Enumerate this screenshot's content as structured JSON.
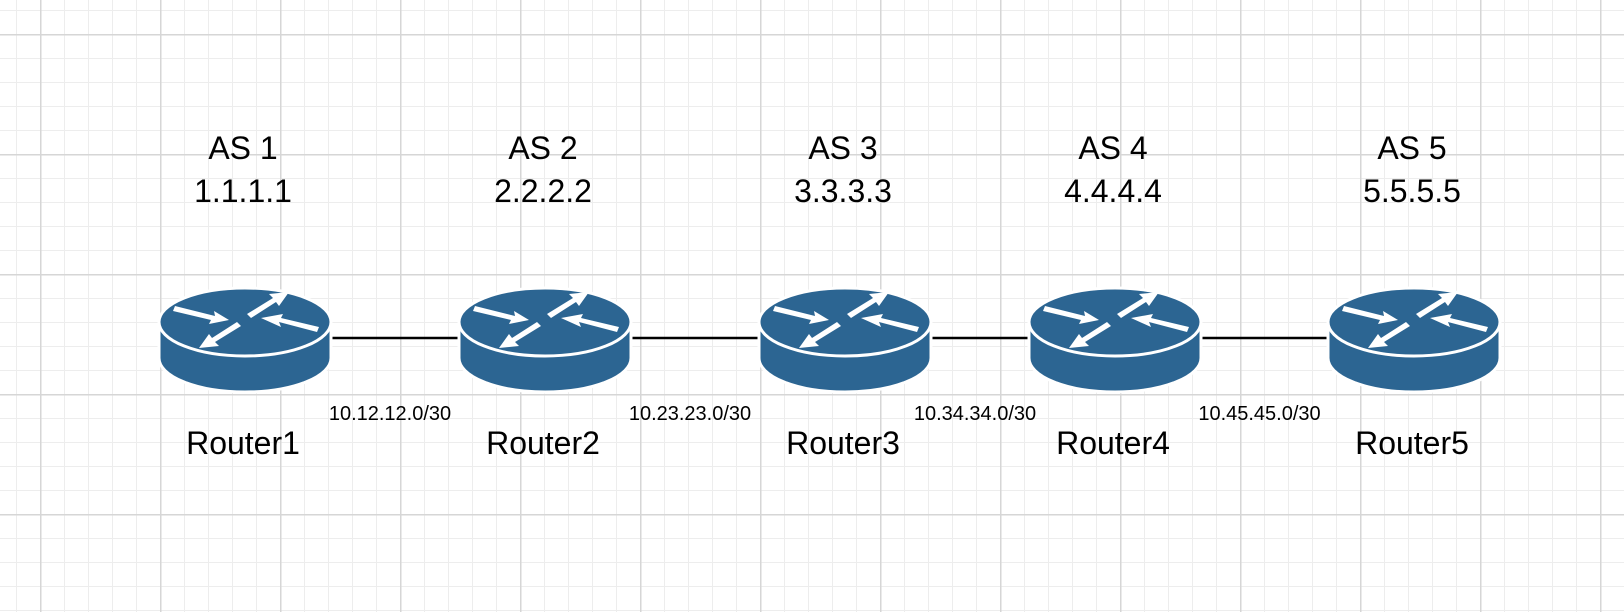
{
  "routers": [
    {
      "as": "AS 1",
      "ip": "1.1.1.1",
      "name": "Router1"
    },
    {
      "as": "AS 2",
      "ip": "2.2.2.2",
      "name": "Router2"
    },
    {
      "as": "AS 3",
      "ip": "3.3.3.3",
      "name": "Router3"
    },
    {
      "as": "AS 4",
      "ip": "4.4.4.4",
      "name": "Router4"
    },
    {
      "as": "AS 5",
      "ip": "5.5.5.5",
      "name": "Router5"
    }
  ],
  "links": [
    {
      "subnet": "10.12.12.0/30"
    },
    {
      "subnet": "10.23.23.0/30"
    },
    {
      "subnet": "10.34.34.0/30"
    },
    {
      "subnet": "10.45.45.0/30"
    }
  ],
  "colors": {
    "router_fill": "#2c6592",
    "router_outline": "#ffffff",
    "link": "#000000"
  },
  "icon": "router-icon"
}
